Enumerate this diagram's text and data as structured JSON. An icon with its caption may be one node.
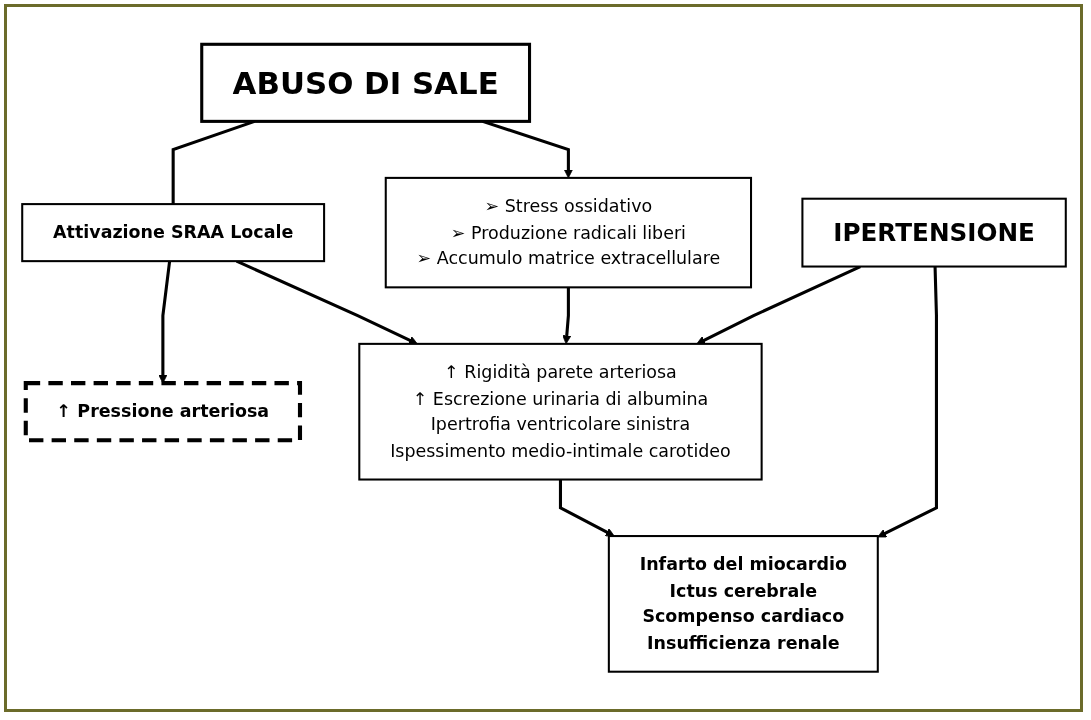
{
  "diagram": {
    "nodes": [
      {
        "text": [
          "ABUSO DI SALE"
        ]
      },
      {
        "text": [
          "Attivazione SRAA Locale"
        ]
      },
      {
        "text": [
          "➢ Stress ossidativo",
          "➢ Produzione radicali liberi",
          "➢ Accumulo matrice extracellulare"
        ]
      },
      {
        "text": [
          "↑ Pressione arteriosa"
        ]
      },
      {
        "text": [
          "IPERTENSIONE"
        ]
      },
      {
        "text": [
          "↑ Rigidità parete arteriosa",
          "↑ Escrezione urinaria di albumina",
          "Ipertrofia ventricolare sinistra",
          "Ispessimento medio-intimale carotideo"
        ]
      },
      {
        "text": [
          "Infarto del miocardio",
          "Ictus cerebrale",
          "Scompenso cardiaco",
          "Insufficienza renale"
        ]
      }
    ],
    "edges": [
      {
        "from": 0,
        "to": 1,
        "arrow": "none"
      },
      {
        "from": 0,
        "to": 2,
        "arrow": "to"
      },
      {
        "from": 1,
        "to": 3,
        "arrow": "to"
      },
      {
        "from": 1,
        "to": 5,
        "arrow": "to"
      },
      {
        "from": 2,
        "to": 5,
        "arrow": "to"
      },
      {
        "from": 4,
        "to": 5,
        "arrow": "to"
      },
      {
        "from": 4,
        "to": 6,
        "arrow": "to"
      },
      {
        "from": 5,
        "to": 6,
        "arrow": "to"
      }
    ]
  }
}
